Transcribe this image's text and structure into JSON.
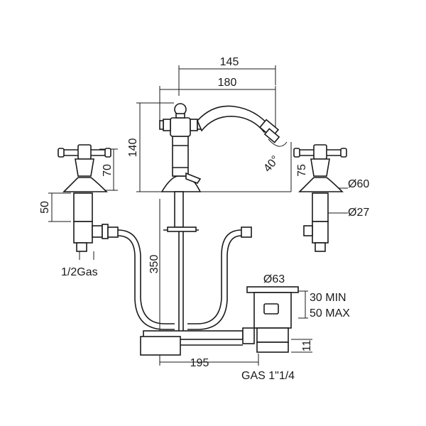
{
  "dimensions": {
    "d145": "145",
    "d180": "180",
    "d140": "140",
    "d70": "70",
    "d75": "75",
    "d40deg": "40°",
    "d60": "Ø60",
    "d27": "Ø27",
    "d50": "50",
    "d350": "350",
    "d63": "Ø63",
    "d30min": "30 MIN",
    "d50max": "50 MAX",
    "d11": "11",
    "d195": "195"
  },
  "labels": {
    "gas_half": "1/2Gas",
    "gas_main": "GAS 1\"1/4"
  }
}
